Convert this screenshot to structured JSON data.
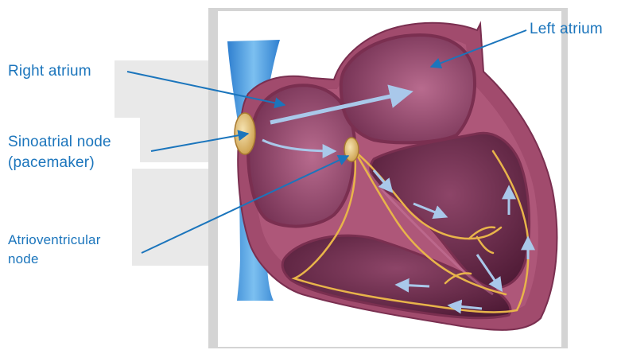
{
  "diagram": {
    "labels": {
      "left_atrium": "Left atrium",
      "right_atrium": "Right atrium",
      "sinoatrial_node": "Sinoatrial node\n(pacemaker)",
      "atrioventricular_node": "Atrioventricular\nnode"
    },
    "colors": {
      "label_blue": "#1b75bc",
      "leader_line": "#1b75bc",
      "heart_wall": "#a14b6d",
      "chamber": "#6b2a4a",
      "vein": "#3d8fd6",
      "conduction": "#e8b44a",
      "signal_arrow": "#a9c8ea",
      "panel_grey": "#e9e9e9"
    },
    "icons": [
      "heart-illustration",
      "signal-arrow",
      "leader-line"
    ]
  }
}
